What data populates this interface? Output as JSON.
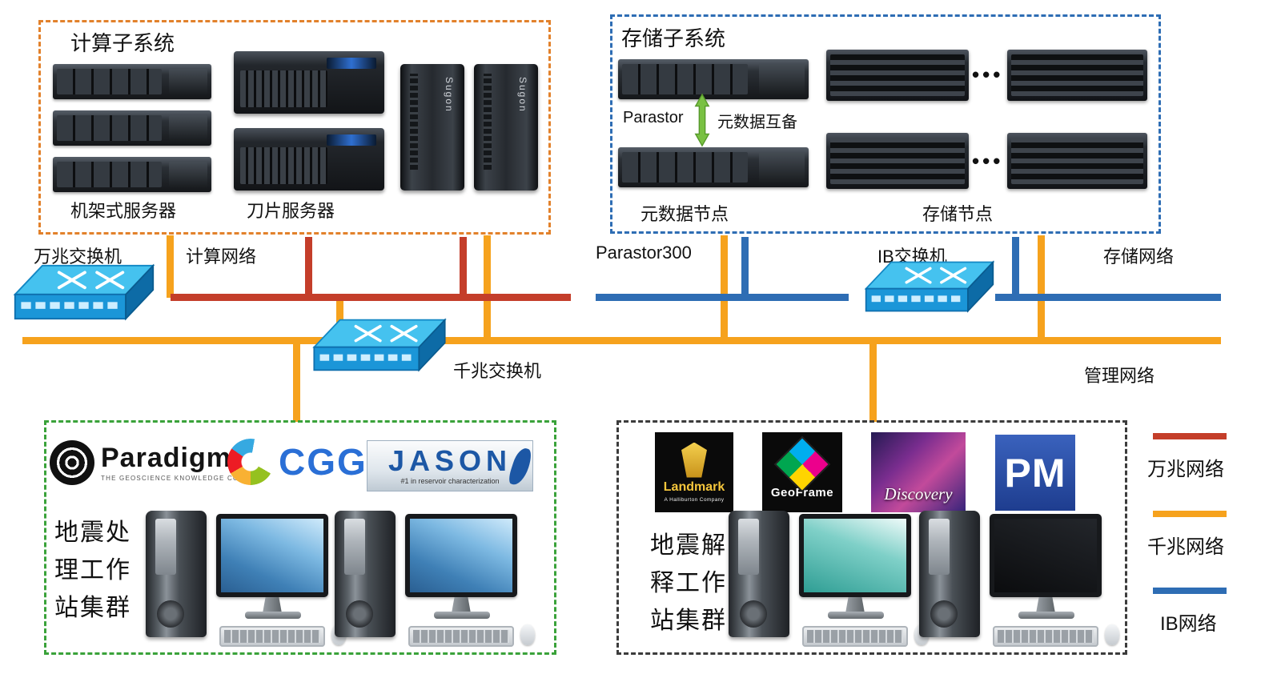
{
  "compute": {
    "title": "计算子系统",
    "rack_label": "机架式服务器",
    "blade_label": "刀片服务器",
    "tower_brand": "Sugon"
  },
  "storage": {
    "title": "存储子系统",
    "parastor": "Parastor",
    "mirror_label": "元数据互备",
    "metadata_label": "元数据节点",
    "storage_label": "存储节点",
    "dots": "•••"
  },
  "network": {
    "switch_10g": "万兆交换机",
    "compute_net": "计算网络",
    "parastor300": "Parastor300",
    "ib_switch": "IB交换机",
    "storage_net": "存储网络",
    "switch_1g": "千兆交换机",
    "mgmt_net": "管理网络"
  },
  "legend": {
    "items": [
      {
        "label": "万兆网络",
        "color": "#c43e2a"
      },
      {
        "label": "千兆网络",
        "color": "#f6a21d"
      },
      {
        "label": "IB网络",
        "color": "#2e6db4"
      }
    ]
  },
  "processing": {
    "label_lines": [
      "地震处",
      "理工作",
      "站集群"
    ],
    "logos": {
      "paradigm": {
        "name": "Paradigm",
        "tagline": "THE GEOSCIENCE KNOWLEDGE COMPANY"
      },
      "cgg": {
        "name": "CGG"
      },
      "jason": {
        "name": "JASON",
        "tagline": "#1 in reservoir characterization"
      }
    }
  },
  "interpretation": {
    "label_lines": [
      "地震解",
      "释工作",
      "站集群"
    ],
    "logos": {
      "landmark": {
        "name": "Landmark",
        "tagline": "A Halliburton Company"
      },
      "geoframe": {
        "name": "GeoFrame"
      },
      "discovery": {
        "name": "Discovery"
      },
      "pm": {
        "name": "PM"
      }
    }
  },
  "colors": {
    "net_10g": "#c43e2a",
    "net_1g": "#f6a21d",
    "net_ib": "#2e6db4",
    "compute_border": "#e2812b",
    "storage_border": "#2e6db4",
    "processing_border": "#3aa23a",
    "interpretation_border": "#3c3c3c"
  }
}
